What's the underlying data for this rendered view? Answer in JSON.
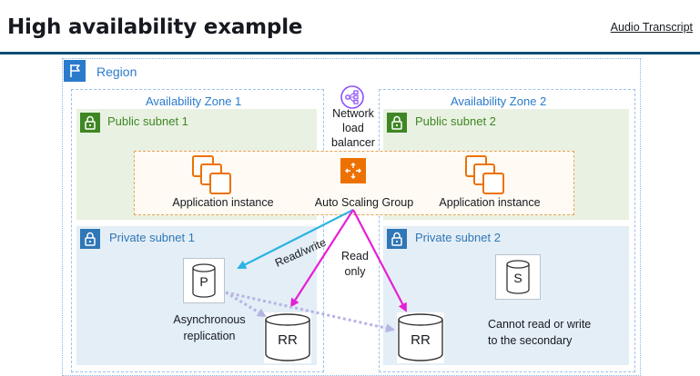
{
  "header": {
    "title": "High availability example",
    "transcript_link": "Audio Transcript"
  },
  "diagram": {
    "region": "Region",
    "zones": [
      {
        "label": "Availability Zone 1",
        "public_subnet": "Public subnet 1",
        "private_subnet": "Private subnet 1"
      },
      {
        "label": "Availability Zone 2",
        "public_subnet": "Public subnet 2",
        "private_subnet": "Private subnet 2"
      }
    ],
    "load_balancer": "Network\nload\nbalancer",
    "auto_scaling_group": "Auto Scaling Group",
    "instance_left": "Application instance",
    "instance_right": "Application instance",
    "primary_db": "P",
    "secondary_db": "S",
    "replica_left": "RR",
    "replica_right": "RR",
    "edges": {
      "read_write": "Read/write",
      "read_only": "Read\nonly"
    },
    "notes": {
      "replication": "Asynchronous\nreplication",
      "secondary": "Cannot read or write\nto the secondary"
    },
    "colors": {
      "read_write_arrow": "#29b3e6",
      "read_only_arrow": "#e61fd6",
      "replication_arrow": "#b7b4e4",
      "nlb_icon": "#8c4fff",
      "asg_icon": "#ed7100"
    }
  }
}
